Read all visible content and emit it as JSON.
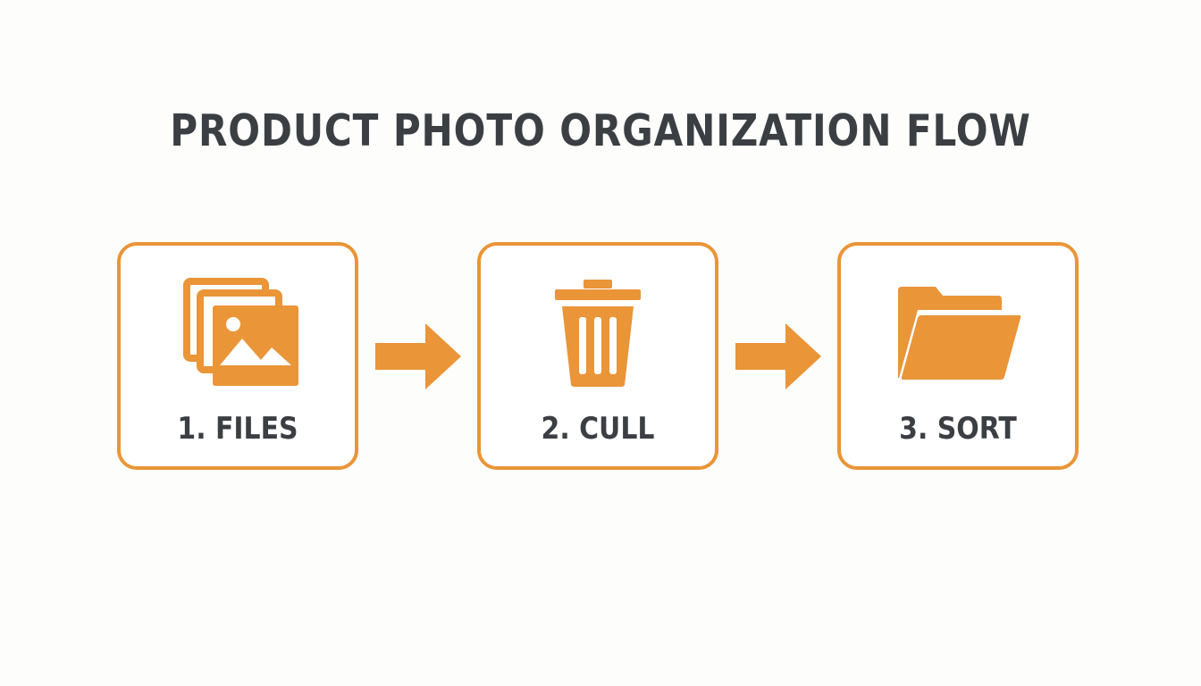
{
  "diagram": {
    "title": "PRODUCT PHOTO ORGANIZATION FLOW",
    "accent_color": "#e99538",
    "text_color": "#3b3f43",
    "steps": [
      {
        "label": "1. FILES",
        "icon": "image-stack-icon"
      },
      {
        "label": "2. CULL",
        "icon": "trash-can-icon"
      },
      {
        "label": "3. SORT",
        "icon": "folder-icon"
      }
    ],
    "connectors": [
      "arrow-right-icon",
      "arrow-right-icon"
    ]
  }
}
